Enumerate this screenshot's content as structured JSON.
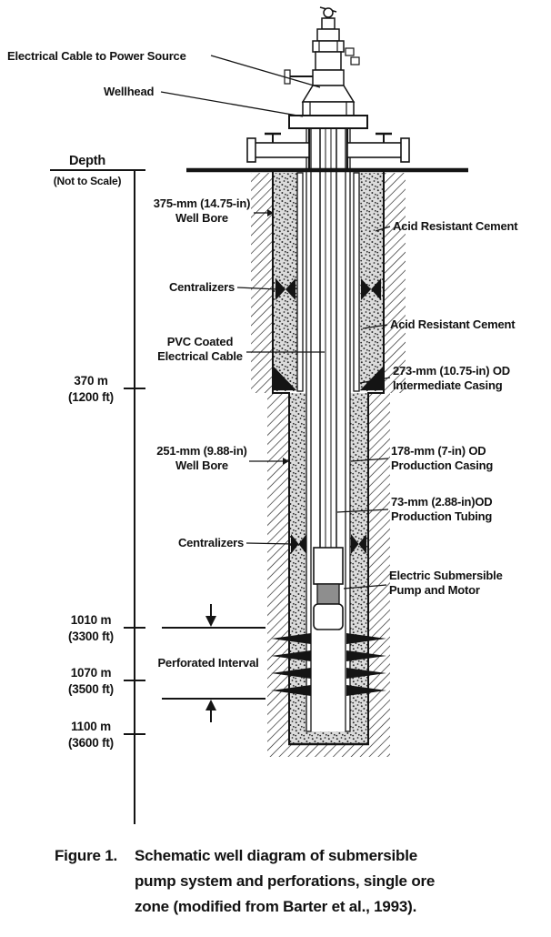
{
  "colors": {
    "ink": "#141414",
    "cement_fill": "#dcdcdc",
    "coupling_fill": "#8e8e8e",
    "paper": "#ffffff"
  },
  "depth_scale": {
    "title": "Depth",
    "subtitle": "(Not to Scale)",
    "marks": [
      {
        "m": "370 m",
        "ft": "(1200 ft)"
      },
      {
        "m": "1010 m",
        "ft": "(3300 ft)"
      },
      {
        "m": "1070 m",
        "ft": "(3500 ft)"
      },
      {
        "m": "1100 m",
        "ft": "(3600 ft)"
      }
    ]
  },
  "labels": {
    "cable_power": "Electrical Cable to Power Source",
    "wellhead": "Wellhead",
    "bore375_1": "375-mm (14.75-in)",
    "bore375_2": "Well Bore",
    "cement_upper": "Acid Resistant Cement",
    "centralizers_upper": "Centralizers",
    "cement_lower": "Acid Resistant Cement",
    "pvc_1": "PVC Coated",
    "pvc_2": "Electrical Cable",
    "intermediate_1": "273-mm (10.75-in) OD",
    "intermediate_2": "Intermediate Casing",
    "bore251_1": "251-mm (9.88-in)",
    "bore251_2": "Well Bore",
    "prod_casing_1": "178-mm (7-in) OD",
    "prod_casing_2": "Production Casing",
    "tubing_1": "73-mm (2.88-in)OD",
    "tubing_2": "Production Tubing",
    "centralizers_lower": "Centralizers",
    "pump_1": "Electric Submersible",
    "pump_2": "Pump and Motor",
    "perforated_interval": "Perforated Interval"
  },
  "caption": {
    "figure_label": "Figure 1.",
    "line1": "Schematic well diagram of submersible",
    "line2": "pump system and perforations, single ore",
    "line3": "zone (modified from Barter et al., 1993)."
  }
}
